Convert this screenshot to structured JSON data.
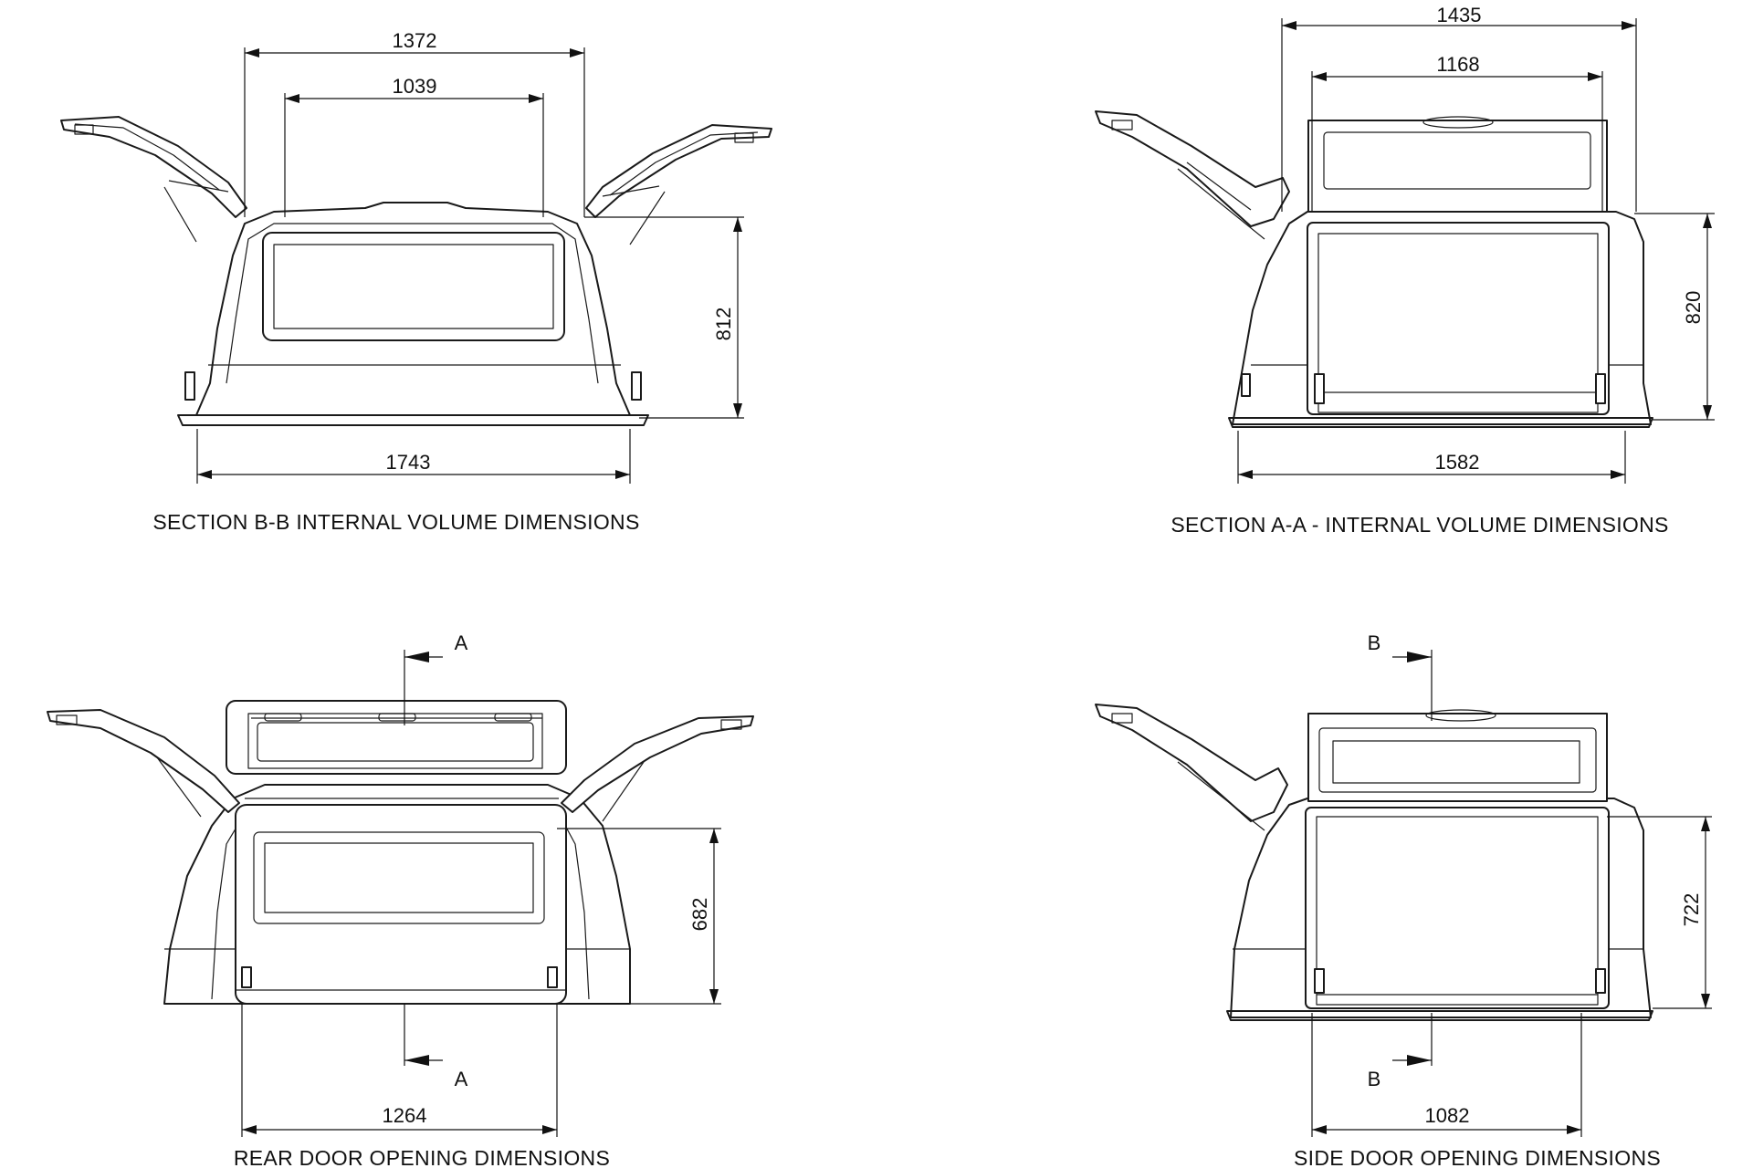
{
  "views": {
    "section_bb": {
      "caption": "SECTION B-B INTERNAL VOLUME DIMENSIONS",
      "dims": {
        "top_outer": "1372",
        "top_inner": "1039",
        "height": "812",
        "base": "1743"
      }
    },
    "section_aa": {
      "caption": "SECTION A-A - INTERNAL VOLUME DIMENSIONS",
      "dims": {
        "top_outer": "1435",
        "top_inner": "1168",
        "height": "820",
        "base": "1582"
      }
    },
    "rear_door": {
      "caption": "REAR DOOR OPENING DIMENSIONS",
      "dims": {
        "height": "682",
        "base": "1264"
      },
      "section_label_top": "A",
      "section_label_bottom": "A"
    },
    "side_door": {
      "caption": "SIDE DOOR OPENING DIMENSIONS",
      "dims": {
        "height": "722",
        "base": "1082"
      },
      "section_label_top": "B",
      "section_label_bottom": "B"
    }
  },
  "colors": {
    "line": "#1a1a1a",
    "background": "#ffffff"
  }
}
